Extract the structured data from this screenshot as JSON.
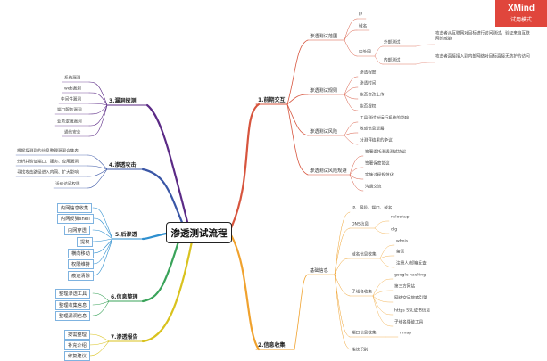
{
  "root": "渗透测试流程",
  "badge": {
    "brand": "XMind",
    "mode": "试用模式"
  },
  "branches": {
    "b1": {
      "label": "1.前期交互",
      "scope": {
        "label": "渗透测试范围",
        "ip": "IP",
        "domain": "域名",
        "intranet": "内外网",
        "external": "外部测试",
        "external_desc": "攻击者从互联网对目标进行访问测试，验证来自互联网的威胁",
        "internal": "内部测试",
        "internal_desc": "攻击者直接接入到内部网络对目标直接无防护的访问"
      },
      "rules": {
        "label": "渗透测试规则",
        "items": [
          "渗透程度",
          "渗透时间",
          "能否修改上传",
          "能否提权"
        ]
      },
      "risk": {
        "label": "渗透测试风险",
        "items": [
          "工具测试对运行系统的影响",
          "敏感信息泄露",
          "对测评结果的争议"
        ]
      },
      "norms": {
        "label": "渗透测试风险规避",
        "items": [
          "签署委托渗透测试协议",
          "签署保密协议",
          "实施过程规范化",
          "沟通交流"
        ]
      }
    },
    "b2": {
      "label": "2.信息收集",
      "basic": "基础信息",
      "ip_items": "IP、网段、端口、域名",
      "dns": {
        "label": "DNS信息",
        "items": [
          "nslookup",
          "dig"
        ]
      },
      "whois": {
        "label": "域名信息收集",
        "items": [
          "whois",
          "备案",
          "注册人/邮箱反查"
        ]
      },
      "sub": {
        "label": "子域名收集",
        "items": [
          "google hacking",
          "第三方网站",
          "网络空间搜索引擎",
          "https SSL证书信息",
          "子域名爆破工具"
        ]
      },
      "port": {
        "label": "端口信息收集",
        "tool": "nmap"
      },
      "finger": "指纹识别"
    },
    "b3": {
      "label": "3.漏洞探测",
      "items": [
        "系统漏洞",
        "web漏洞",
        "中间件漏洞",
        "端口服务漏洞",
        "业务逻辑漏洞",
        "通信安全"
      ]
    },
    "b4": {
      "label": "4.渗透攻击",
      "items": [
        "根据探测到的信息整理漏洞合集表",
        "分析并验证端口、服务、应用漏洞",
        "寻找攻击路径进入内网、扩大影响",
        "活动访问权限"
      ]
    },
    "b5": {
      "label": "5.后渗透",
      "items": [
        "内网信息收集",
        "内网反弹shell",
        "内网穿透",
        "提权",
        "横向移动",
        "权限维持",
        "痕迹清除"
      ]
    },
    "b6": {
      "label": "6.信息整理",
      "items": [
        "整理渗透工具",
        "整理收集信息",
        "整理漏洞信息"
      ]
    },
    "b7": {
      "label": "7.渗透报告",
      "items": [
        "按需整理",
        "补充介绍",
        "修复建议"
      ]
    }
  }
}
